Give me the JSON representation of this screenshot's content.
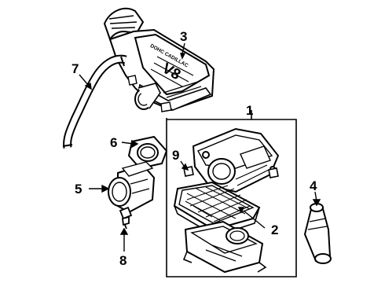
{
  "diagram": {
    "callouts": [
      {
        "id": "1",
        "label": "1"
      },
      {
        "id": "2",
        "label": "2"
      },
      {
        "id": "3",
        "label": "3"
      },
      {
        "id": "4",
        "label": "4"
      },
      {
        "id": "5",
        "label": "5"
      },
      {
        "id": "6",
        "label": "6"
      },
      {
        "id": "7",
        "label": "7"
      },
      {
        "id": "8",
        "label": "8"
      },
      {
        "id": "9",
        "label": "9"
      }
    ],
    "engine_cover": {
      "badge": "V8",
      "brand_text": "DOHC CADILLAC"
    }
  }
}
